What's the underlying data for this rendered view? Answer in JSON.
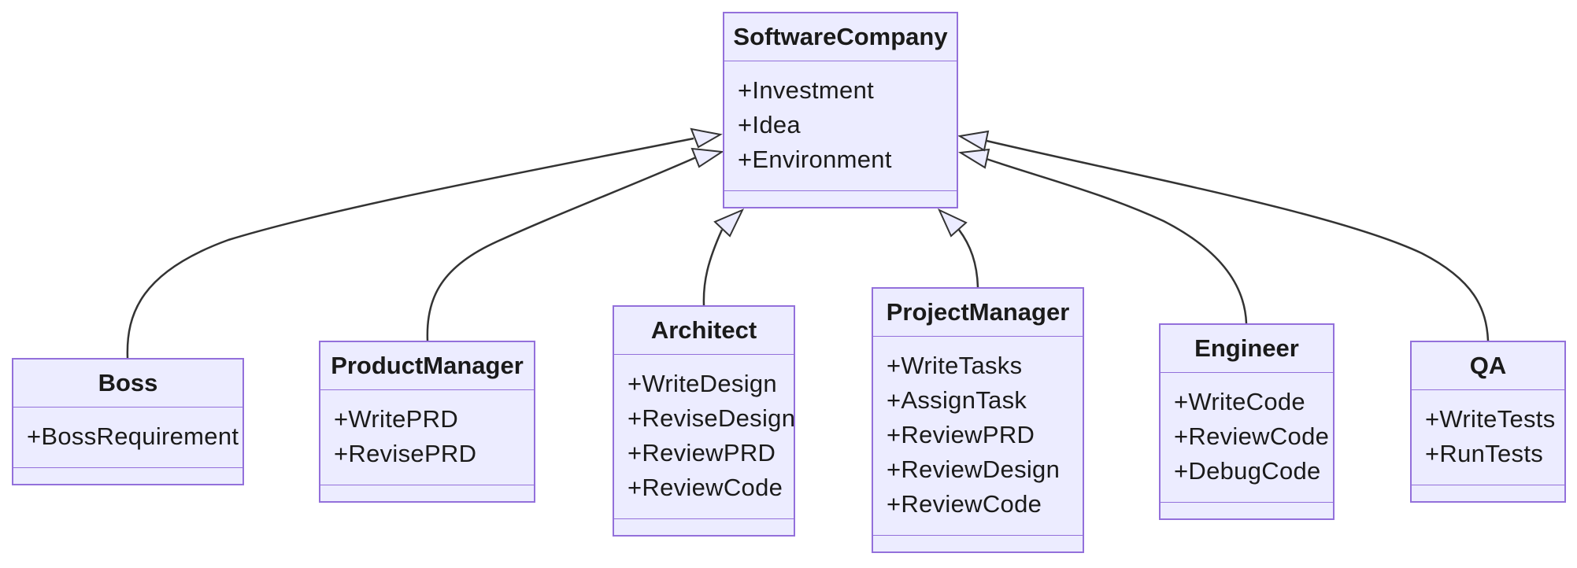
{
  "diagram": {
    "kind": "uml_class_diagram",
    "description": "Class diagram with six role classes inheriting from SoftwareCompany",
    "background": "#FFFFFF"
  },
  "colors": {
    "node_fill": "#ECECFF",
    "node_border": "#9370DB",
    "edge_line": "#333333",
    "text": "#1A1A1A"
  },
  "classes": [
    {
      "name": "SoftwareCompany",
      "attributes": [
        "+Investment",
        "+Idea",
        "+Environment"
      ]
    },
    {
      "name": "Boss",
      "attributes": [
        "+BossRequirement"
      ]
    },
    {
      "name": "ProductManager",
      "attributes": [
        "+WritePRD",
        "+RevisePRD"
      ]
    },
    {
      "name": "Architect",
      "attributes": [
        "+WriteDesign",
        "+ReviseDesign",
        "+ReviewPRD",
        "+ReviewCode"
      ]
    },
    {
      "name": "ProjectManager",
      "attributes": [
        "+WriteTasks",
        "+AssignTask",
        "+ReviewPRD",
        "+ReviewDesign",
        "+ReviewCode"
      ]
    },
    {
      "name": "Engineer",
      "attributes": [
        "+WriteCode",
        "+ReviewCode",
        "+DebugCode"
      ]
    },
    {
      "name": "QA",
      "attributes": [
        "+WriteTests",
        "+RunTests"
      ]
    }
  ],
  "relationships": [
    {
      "from": "Boss",
      "to": "SoftwareCompany",
      "type": "inheritance"
    },
    {
      "from": "ProductManager",
      "to": "SoftwareCompany",
      "type": "inheritance"
    },
    {
      "from": "Architect",
      "to": "SoftwareCompany",
      "type": "inheritance"
    },
    {
      "from": "ProjectManager",
      "to": "SoftwareCompany",
      "type": "inheritance"
    },
    {
      "from": "Engineer",
      "to": "SoftwareCompany",
      "type": "inheritance"
    },
    {
      "from": "QA",
      "to": "SoftwareCompany",
      "type": "inheritance"
    }
  ]
}
